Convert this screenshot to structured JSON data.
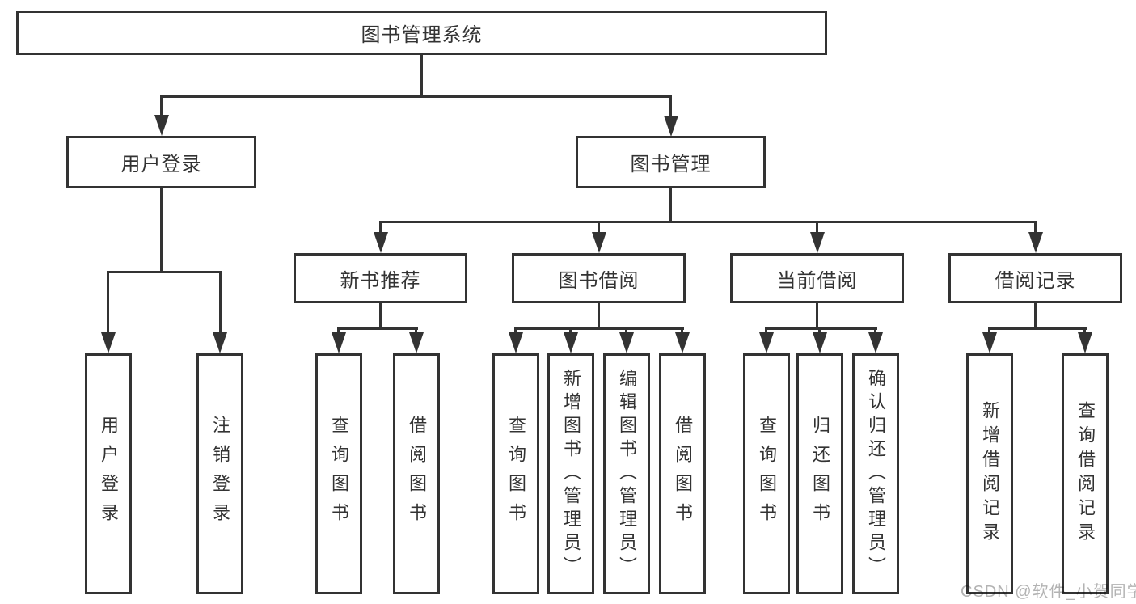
{
  "colors": {
    "line": "#333333",
    "text": "#333333",
    "background": "#ffffff",
    "watermark": "#b3b3b3"
  },
  "watermark": "CSDN @软件_小贺同学",
  "tree": {
    "root": {
      "label": "图书管理系统",
      "children": [
        {
          "label": "用户登录",
          "children": [
            {
              "label": "用户登录"
            },
            {
              "label": "注销登录"
            }
          ]
        },
        {
          "label": "图书管理",
          "children": [
            {
              "label": "新书推荐",
              "children": [
                {
                  "label": "查询图书"
                },
                {
                  "label": "借阅图书"
                }
              ]
            },
            {
              "label": "图书借阅",
              "children": [
                {
                  "label": "查询图书"
                },
                {
                  "label": "新增图书（管理员）"
                },
                {
                  "label": "编辑图书（管理员）"
                },
                {
                  "label": "借阅图书"
                }
              ]
            },
            {
              "label": "当前借阅",
              "children": [
                {
                  "label": "查询图书"
                },
                {
                  "label": "归还图书"
                },
                {
                  "label": "确认归还（管理员）"
                }
              ]
            },
            {
              "label": "借阅记录",
              "children": [
                {
                  "label": "新增借阅记录"
                },
                {
                  "label": "查询借阅记录"
                }
              ]
            }
          ]
        }
      ]
    }
  }
}
